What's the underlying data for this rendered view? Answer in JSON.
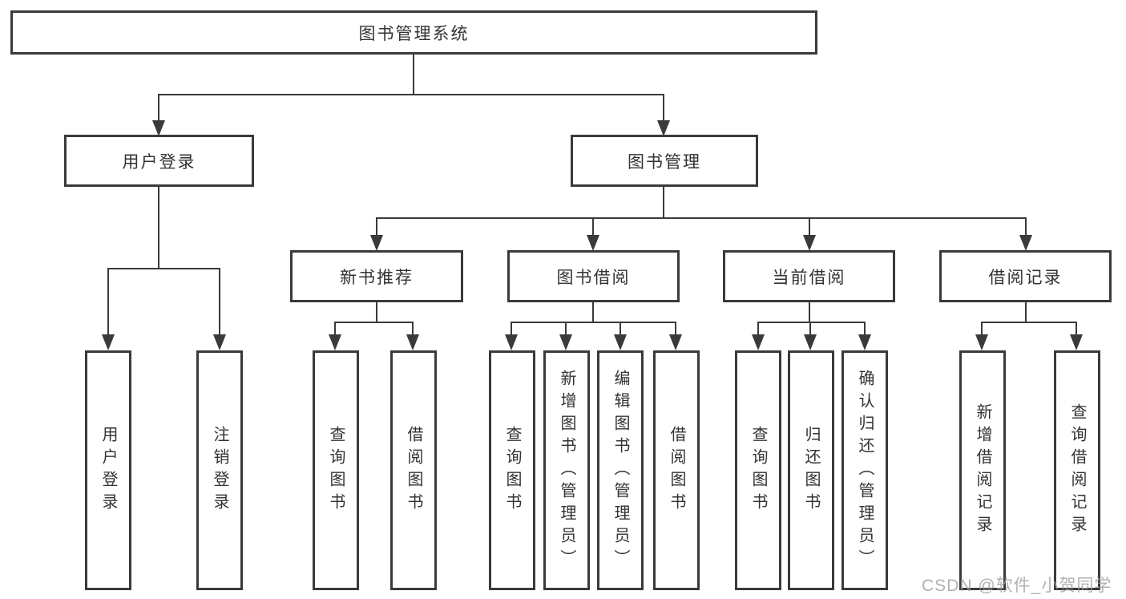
{
  "tree": {
    "root": {
      "label": "图书管理系统"
    },
    "branches": [
      {
        "label": "用户登录",
        "children": [
          {
            "label": "用户登录"
          },
          {
            "label": "注销登录"
          }
        ]
      },
      {
        "label": "图书管理",
        "groups": [
          {
            "label": "新书推荐",
            "children": [
              {
                "label": "查询图书"
              },
              {
                "label": "借阅图书"
              }
            ]
          },
          {
            "label": "图书借阅",
            "children": [
              {
                "label": "查询图书"
              },
              {
                "label": "新增图书（管理员）"
              },
              {
                "label": "编辑图书（管理员）"
              },
              {
                "label": "借阅图书"
              }
            ]
          },
          {
            "label": "当前借阅",
            "children": [
              {
                "label": "查询图书"
              },
              {
                "label": "归还图书"
              },
              {
                "label": "确认归还（管理员）"
              }
            ]
          },
          {
            "label": "借阅记录",
            "children": [
              {
                "label": "新增借阅记录"
              },
              {
                "label": "查询借阅记录"
              }
            ]
          }
        ]
      }
    ]
  },
  "watermark": "CSDN @软件_小贺同学",
  "colors": {
    "line": "#3a3a3a",
    "box_border": "#3a3a3a",
    "text": "#333333",
    "background": "#ffffff",
    "watermark": "#9b9b9b"
  }
}
